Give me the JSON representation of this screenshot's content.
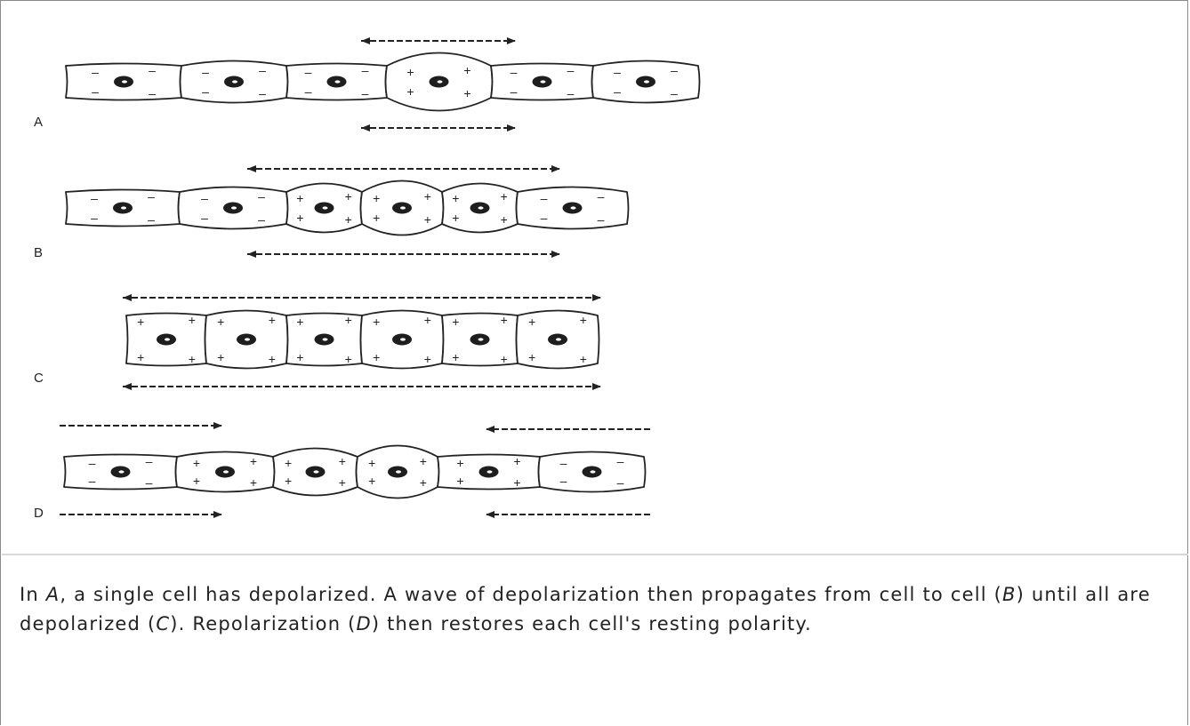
{
  "figure": {
    "panels": [
      {
        "label": "A",
        "depolarized_cells": [
          4
        ]
      },
      {
        "label": "B",
        "depolarized_cells": [
          3,
          4,
          5
        ]
      },
      {
        "label": "C",
        "depolarized_cells": [
          1,
          2,
          3,
          4,
          5,
          6
        ]
      },
      {
        "label": "D",
        "depolarized_cells": [
          2,
          3,
          4,
          5
        ]
      }
    ],
    "signs": {
      "positive": "+",
      "negative": "–"
    }
  },
  "caption": {
    "t1": "In ",
    "a": "A",
    "t2": ", a single cell has depolarized. A wave of depolarization then propagates from cell to cell (",
    "b": "B",
    "t3": ") until all are depolarized (",
    "c": "C",
    "t4": "). Repolarization (",
    "d": "D",
    "t5": ") then restores each cell's resting polarity."
  }
}
